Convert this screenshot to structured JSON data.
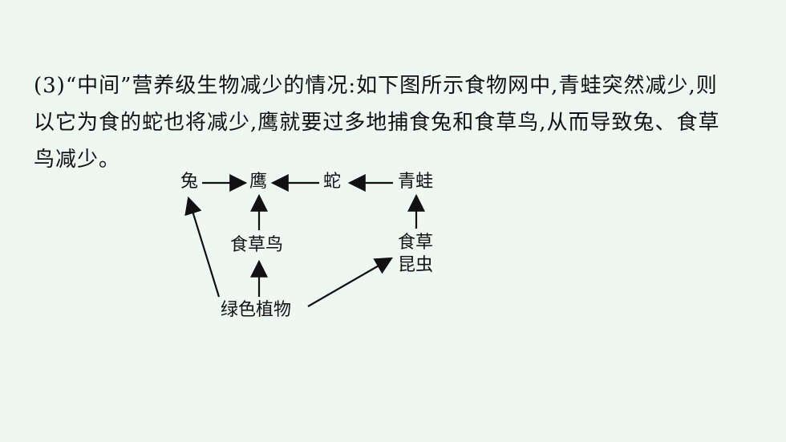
{
  "document": {
    "paragraph_lines": [
      "(3)“中间”营养级生物减少的情况:如下图所示食物网中,青蛙突然减少,则",
      "以它为食的蛇也将减少,鹰就要过多地捕食兔和食草鸟,从而导致兔、食草",
      "鸟减少。"
    ]
  },
  "food_web": {
    "nodes": {
      "rabbit": "兔",
      "eagle": "鹰",
      "snake": "蛇",
      "frog": "青蛙",
      "herbivorous_bird": "食草鸟",
      "herbivorous_insect_line1": "食草",
      "herbivorous_insect_line2": "昆虫",
      "green_plants": "绿色植物"
    },
    "edges": [
      {
        "from": "rabbit",
        "to": "eagle"
      },
      {
        "from": "snake",
        "to": "eagle"
      },
      {
        "from": "frog",
        "to": "snake"
      },
      {
        "from": "herbivorous_bird",
        "to": "eagle"
      },
      {
        "from": "herbivorous_insect",
        "to": "frog"
      },
      {
        "from": "green_plants",
        "to": "rabbit"
      },
      {
        "from": "green_plants",
        "to": "herbivorous_bird"
      },
      {
        "from": "green_plants",
        "to": "herbivorous_insect"
      }
    ]
  }
}
